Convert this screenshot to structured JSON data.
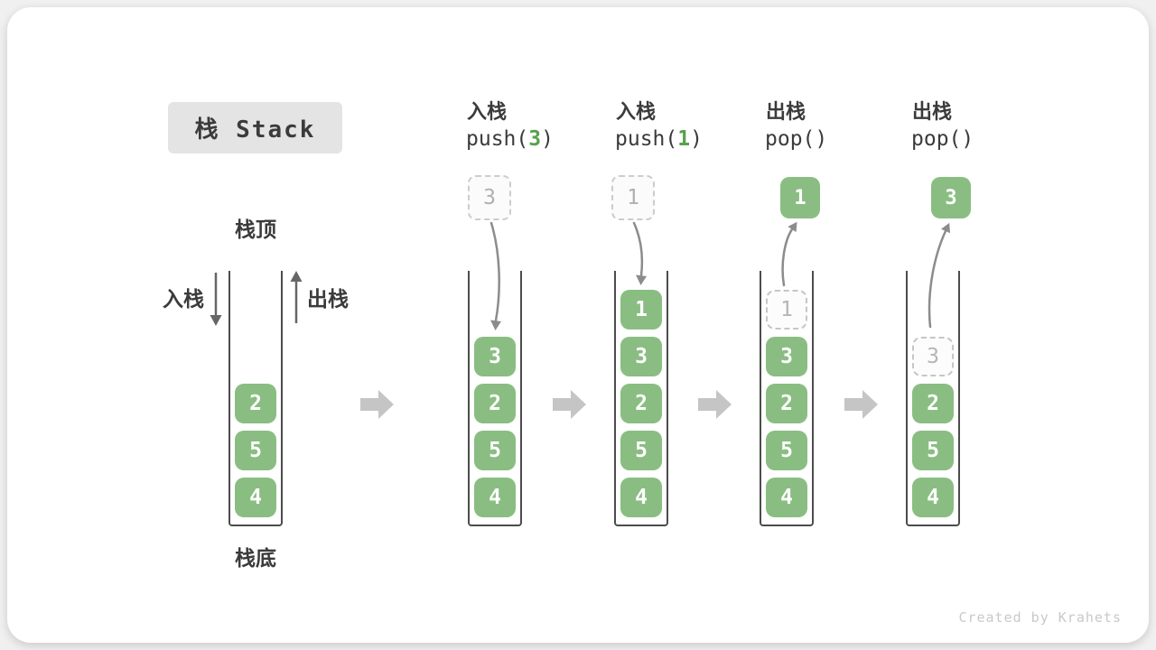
{
  "title": "栈 Stack",
  "side_labels": {
    "stack_top": "栈顶",
    "stack_bottom": "栈底",
    "push": "入栈",
    "pop": "出栈"
  },
  "footer": "Created by Krahets",
  "colors": {
    "cell_green": "#8abd82",
    "code_arg_green": "#57a14e",
    "title_bg": "#e4e4e4",
    "text_dark": "#3b3b3b",
    "curved_arrow_gray": "#8c8c8c",
    "block_arrow_gray": "#c5c5c5",
    "dashed_border": "#cccccc",
    "dashed_text": "#b0b0b0",
    "container_border": "#4c4c4c",
    "footer_gray": "#c9c9c9"
  },
  "columns": [
    {
      "cells": [
        {
          "v": "2"
        },
        {
          "v": "5"
        },
        {
          "v": "4"
        }
      ]
    },
    {
      "op": "入栈",
      "fn": "push(",
      "arg": "3",
      "close": ")",
      "float": {
        "v": "3",
        "style": "dashed"
      },
      "cells": [
        {
          "v": "3"
        },
        {
          "v": "2"
        },
        {
          "v": "5"
        },
        {
          "v": "4"
        }
      ]
    },
    {
      "op": "入栈",
      "fn": "push(",
      "arg": "1",
      "close": ")",
      "float": {
        "v": "1",
        "style": "dashed"
      },
      "cells": [
        {
          "v": "1"
        },
        {
          "v": "3"
        },
        {
          "v": "2"
        },
        {
          "v": "5"
        },
        {
          "v": "4"
        }
      ]
    },
    {
      "op": "出栈",
      "fn": "pop()",
      "float": {
        "v": "1",
        "style": "solid"
      },
      "cells": [
        {
          "v": "1",
          "dashed": true
        },
        {
          "v": "3"
        },
        {
          "v": "2"
        },
        {
          "v": "5"
        },
        {
          "v": "4"
        }
      ]
    },
    {
      "op": "出栈",
      "fn": "pop()",
      "float": {
        "v": "3",
        "style": "solid"
      },
      "cells": [
        {
          "v": "3",
          "dashed": true
        },
        {
          "v": "2"
        },
        {
          "v": "5"
        },
        {
          "v": "4"
        }
      ]
    }
  ]
}
